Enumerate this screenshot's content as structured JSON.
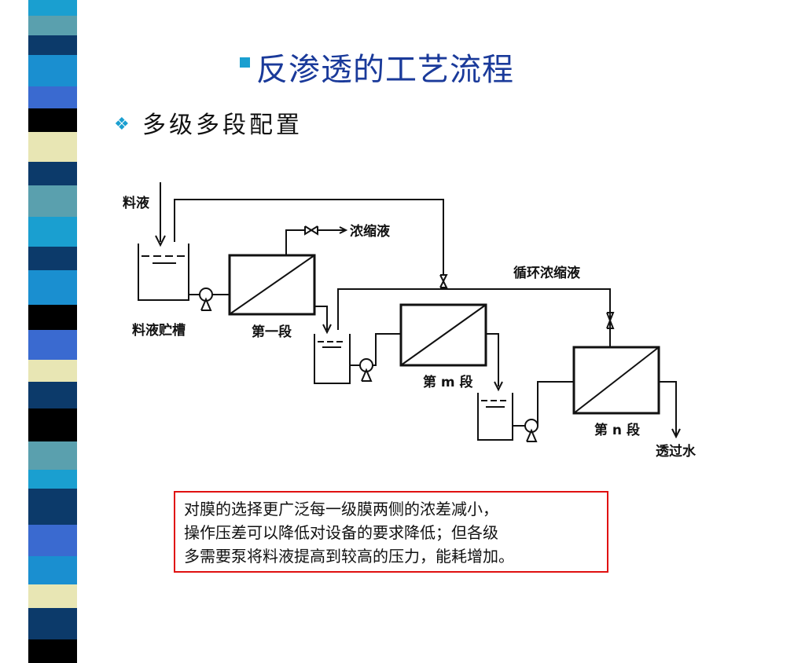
{
  "title": "反渗透的工艺流程",
  "subtitle": "多级多段配置",
  "diagram": {
    "feed_label": "料液",
    "concentrate_label": "浓缩液",
    "recycle_label": "循环浓缩液",
    "tank_label": "料液贮槽",
    "stage1_label": "第一段",
    "stage_m_label": "第 m 段",
    "stage_n_label": "第 n 段",
    "permeate_label": "透过水"
  },
  "note": {
    "lines": [
      "对膜的选择更广泛每一级膜两侧的浓差减小，",
      "操作压差可以降低对设备的要求降低；但各级",
      "多需要泵将料液提高到较高的压力，能耗增加。"
    ]
  },
  "colors": {
    "title": "#1a3a9a",
    "bullet": "#1a9fd0",
    "note_border": "#e01010"
  }
}
